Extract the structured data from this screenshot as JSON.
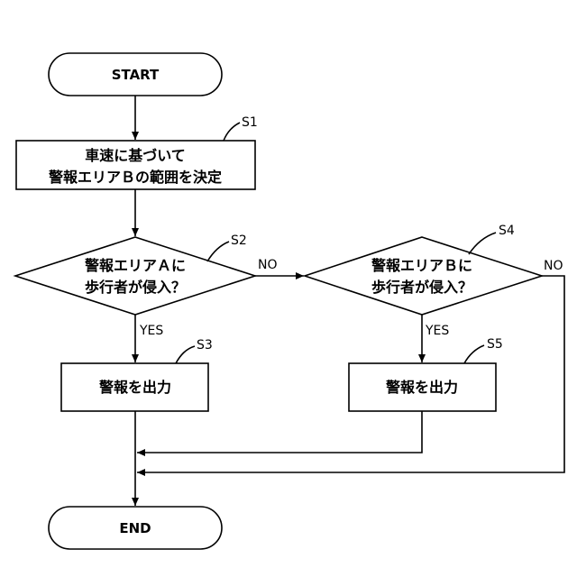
{
  "colors": {
    "stroke": "#000000",
    "background": "#ffffff"
  },
  "nodes": {
    "start": "START",
    "s1_line1": "車速に基づいて",
    "s1_line2": "警報エリアＢの範囲を決定",
    "s2_line1": "警報エリアＡに",
    "s2_line2": "歩行者が侵入？",
    "s3": "警報を出力",
    "s4_line1": "警報エリアＢに",
    "s4_line2": "歩行者が侵入？",
    "s5": "警報を出力",
    "end": "END"
  },
  "step_labels": {
    "s1": "S1",
    "s2": "S2",
    "s3": "S3",
    "s4": "S4",
    "s5": "S5"
  },
  "edge_labels": {
    "s2_no": "NO",
    "s2_yes": "YES",
    "s4_no": "NO",
    "s4_yes": "YES"
  }
}
